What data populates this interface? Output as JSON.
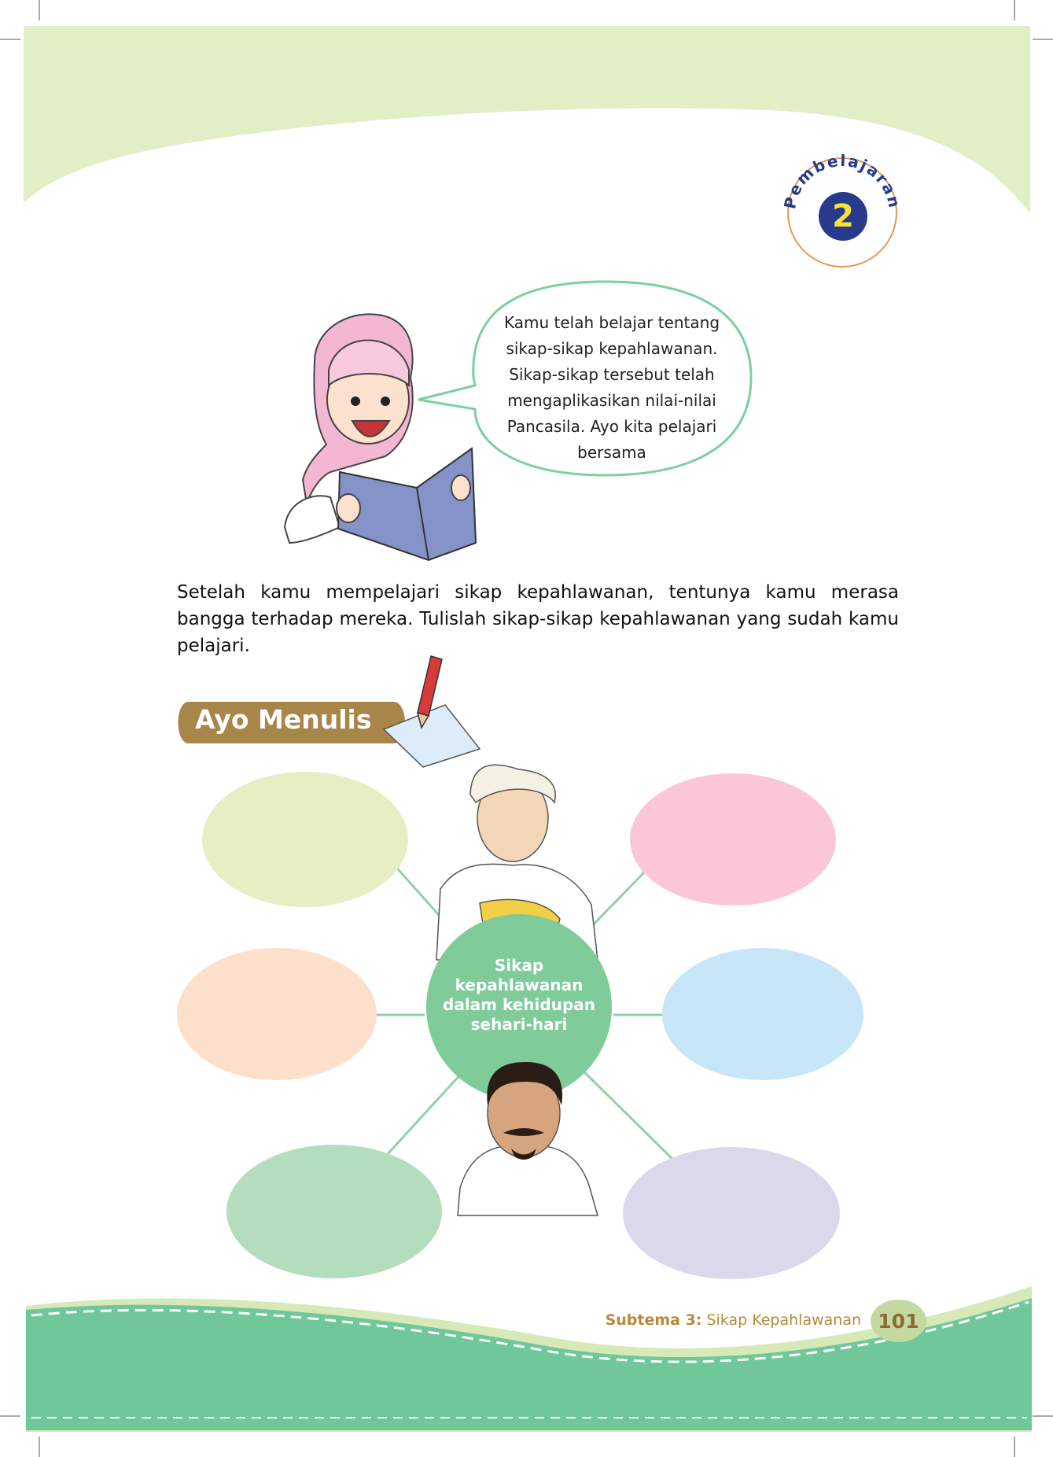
{
  "badge": {
    "label": "Pembelajaran",
    "number": "2"
  },
  "speech_bubble": {
    "text": "Kamu telah belajar tentang sikap-sikap kepahlawanan. Sikap-sikap tersebut telah mengaplikasikan nilai-nilai Pancasila. Ayo kita pelajari bersama"
  },
  "instruction": {
    "text": "Setelah kamu mempelajari sikap kepahlawanan, tentunya kamu merasa bangga terhadap mereka. Tulislah sikap-sikap kepahlawanan yang sudah kamu pelajari."
  },
  "section": {
    "title": "Ayo Menulis"
  },
  "mind_map": {
    "center_lines": [
      "Sikap",
      "kepahlawanan",
      "dalam kehidupan",
      "sehari-hari"
    ],
    "bubbles": [
      {
        "name": "top-left",
        "color": "#e6efc4"
      },
      {
        "name": "top-right",
        "color": "#fcc6d9"
      },
      {
        "name": "middle-left",
        "color": "#fde0cc"
      },
      {
        "name": "middle-right",
        "color": "#c7e6f8"
      },
      {
        "name": "bottom-left",
        "color": "#b3ddbd"
      },
      {
        "name": "bottom-right",
        "color": "#dcd8ec"
      }
    ],
    "center_color": "#7fcb9a",
    "connector_color": "#8fd1a8"
  },
  "footer": {
    "subtema_label": "Subtema 3:",
    "subtema_title": "Sikap Kepahlawanan",
    "page_number": "101"
  },
  "colors": {
    "top_wave": "#e1eec6",
    "bottom_wave": "#6fc79a",
    "bottom_wave_light": "#d6e9b6",
    "badge_ring": "#e39a4f",
    "badge_fill": "#283a8c",
    "badge_digit": "#f5e33a",
    "section_tab": "#a88548"
  }
}
